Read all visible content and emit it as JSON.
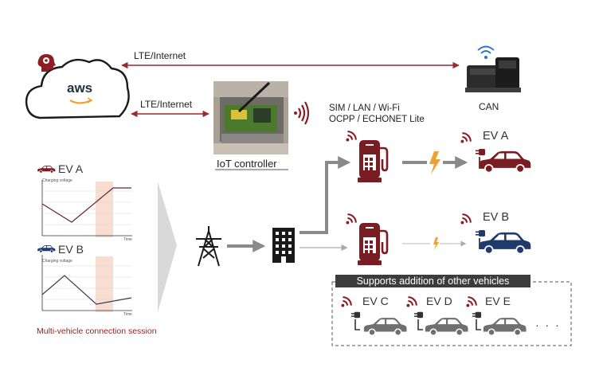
{
  "cloud": {
    "logo_text": "aws",
    "brain_icon": "brain-gear-icon"
  },
  "links": {
    "top": "LTE/Internet",
    "mid": "LTE/Internet"
  },
  "iot": {
    "caption": "IoT controller"
  },
  "can": {
    "caption": "CAN"
  },
  "protocols": {
    "line1": "SIM / LAN / Wi-Fi",
    "line2": "OCPP / ECHONET Lite"
  },
  "session": {
    "ev_a": {
      "label": "EV A",
      "axis_label": "Charging voltage",
      "x_label": "Time"
    },
    "ev_b": {
      "label": "EV B",
      "axis_label": "Charging voltage",
      "x_label": "Time"
    },
    "caption": "Multi-vehicle connection session"
  },
  "vehicles": {
    "ev_a": "EV A",
    "ev_b": "EV B",
    "others_banner": "Supports addition of other vehicles",
    "ev_c": "EV C",
    "ev_d": "EV D",
    "ev_e": "EV E",
    "more": "· · ·"
  },
  "colors": {
    "maroon": "#7a1d22",
    "navy": "#1f3a6b",
    "link_red": "#9c2a2a",
    "gray_arrow": "#8a8a8a",
    "bolt": "#f0a030",
    "highlight": "#f6d6c4"
  }
}
